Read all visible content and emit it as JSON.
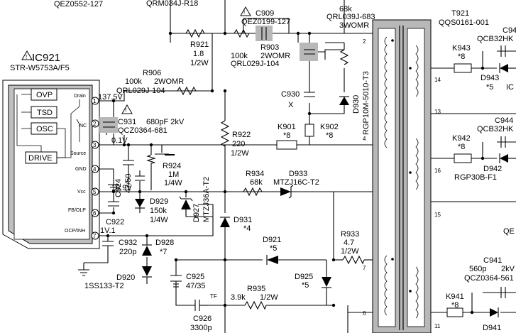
{
  "labels": {
    "qez0552": "QEZ0552-127",
    "qrm034j": "QRM034J-R18",
    "c909": "C909",
    "qez0199": "QEZ0199-127",
    "r903": "R903",
    "r903_val": "100k",
    "r903_w": "2WOMR",
    "qrl029j_104_a": "QRL029J-104",
    "r921": "R921",
    "r921_val": "1.8",
    "r921_w": "1/2W",
    "r_top_val": "68k",
    "qrl039j": "QRL039J-683",
    "r_top_w": "3WOMR",
    "t921": "T921",
    "qqs0161": "QQS0161-001",
    "qcb32hk_1": "QCB32HK",
    "k943": "K943",
    "k943_val": "*8",
    "d943": "D943",
    "d943_val": "*5",
    "ic_cut": "IC",
    "c944": "C944",
    "qcb32hk_2": "QCB32HK",
    "k942": "K942",
    "k942_val": "*8",
    "d942": "D942",
    "rgp30b": "RGP30B-F1",
    "qe_cut": "QE",
    "c941": "C941",
    "c941_val": "560p",
    "c941_v": "2kV",
    "qcz0364_561": "QCZ0364-561",
    "k941": "K941",
    "k941_val": "*8",
    "d941": "D941",
    "c94_cut": "C94",
    "ic921": "IC921",
    "str": "STR-W5753A/F5",
    "ovp": "OVP",
    "tsd": "TSD",
    "osc": "OSC",
    "drive": "DRIVE",
    "pin_drain": "Drain",
    "pin_nc": "NC",
    "pin_source": "Source",
    "pin_gnd": "GND",
    "pin_vcc": "Vcc",
    "pin_fb": "FB/OLP",
    "pin_ocp": "OCP/INH",
    "r906": "R906",
    "r906_val": "100k",
    "r906_w": "2WOMR",
    "qrl029j_104_b": "QRL029J-104",
    "v_137": "137.5V",
    "c931": "C931",
    "c931_val": "680pF 2kV",
    "qcz0364_681": "QCZ0364-681",
    "v_01": "0.1V",
    "c930": "C930",
    "c930_val": "X",
    "d930": "D930",
    "rgp10m": "RGP10M-5010-T3",
    "k901": "K901",
    "k901_val": "*8",
    "k902": "K902",
    "k902_val": "*8",
    "r922": "R922",
    "r922_val": "220",
    "r922_w": "1/2W",
    "d927": "D927",
    "mtzj36a": "MTZJ36A-T2",
    "r924": "R924",
    "r924_val": "1M",
    "r924_w": "1/4W",
    "c924": "C924",
    "c924_val": "47/50",
    "v_169": "16.9V",
    "d929": "D929",
    "d929_val": "150k",
    "d929_w": "1/4W",
    "r934": "R934",
    "r934_val": "68k",
    "d933": "D933",
    "mtzj16c": "MTZJ16C-T2",
    "d931": "D931",
    "d931_val": "*4",
    "c922": "C922",
    "v_11": "1V.1",
    "c932": "C932",
    "c932_val": "220p",
    "d928": "D928",
    "d928_val": "*7",
    "d921": "D921",
    "d921_val": "*5",
    "r933": "R933",
    "r933_val": "4.7",
    "r933_w": "1/2W",
    "d925": "D925",
    "d925_val": "*5",
    "d920": "D920",
    "iss133": "1SS133-T2",
    "c925": "C925",
    "c925_val": "47/35",
    "r935": "R935",
    "r935_val": "3.9k",
    "r935_w": "1/2W",
    "tf": "TF",
    "c926": "C926",
    "c926_val": "3300p",
    "warn_mark": "!"
  },
  "pins": {
    "ic_1": "1",
    "ic_2": "2",
    "ic_3": "3",
    "ic_4": "4",
    "ic_5": "5",
    "ic_6": "6",
    "ic_7": "7",
    "t_2": "2",
    "t_4": "4",
    "t_6": "6",
    "t_7": "7",
    "t_11": "11",
    "t_13": "13",
    "t_14": "14",
    "t_15": "15",
    "t_16": "16"
  },
  "colors": {
    "ink": "#000000",
    "ic_fill": "#c0c0c0",
    "shade": "#b8b8b8",
    "paper": "#ffffff"
  }
}
